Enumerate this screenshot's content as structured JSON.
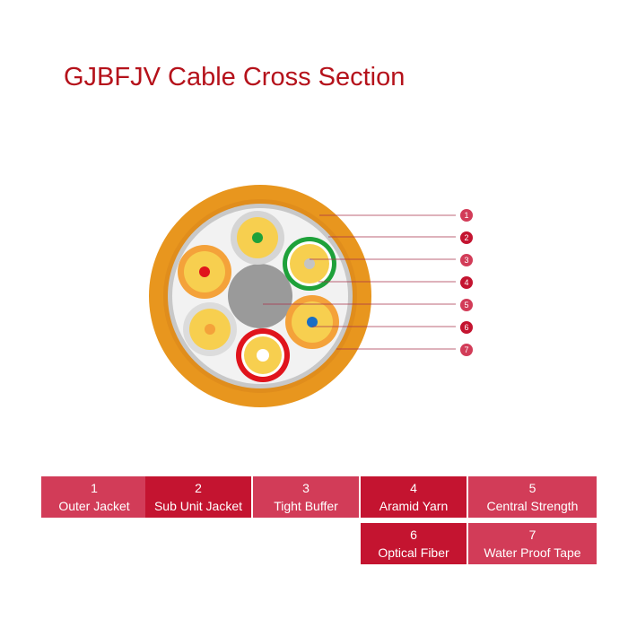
{
  "title": "GJBFJV Cable Cross Section",
  "callouts": [
    "1",
    "2",
    "3",
    "4",
    "5",
    "6",
    "7"
  ],
  "legend": [
    {
      "number": "1",
      "label": "Outer Jacket"
    },
    {
      "number": "2",
      "label": "Sub Unit Jacket"
    },
    {
      "number": "3",
      "label": "Tight Buffer"
    },
    {
      "number": "4",
      "label": "Aramid Yarn"
    },
    {
      "number": "5",
      "label": "Central Strength"
    },
    {
      "number": "6",
      "label": "Optical Fiber"
    },
    {
      "number": "7",
      "label": "Water Proof Tape"
    }
  ],
  "colors": {
    "title": "#b5121b",
    "outer_jacket": "#e8961e",
    "water_proof_tape": "#c8c8c8",
    "filler": "#f2f2f2",
    "central_strength": "#9a9a9a",
    "aramid_yarn": "#f7cf4f",
    "callout_light": "#d23c58",
    "callout_dark": "#c41430",
    "leader_line": "#a8324a"
  },
  "sub_units": [
    {
      "jacket_color": "#d5d5d5",
      "fiber_color": "#1ea13a"
    },
    {
      "jacket_color": "#1ea13a",
      "fiber_color": "#c4c4c4"
    },
    {
      "jacket_color": "#f4a23a",
      "fiber_color": "#1a6ec4"
    },
    {
      "jacket_color": "#e0141c",
      "fiber_color": "#ffffff"
    },
    {
      "jacket_color": "#dcdcdc",
      "fiber_color": "#f4a23a"
    },
    {
      "jacket_color": "#f4a23a",
      "fiber_color": "#e0141c"
    }
  ]
}
